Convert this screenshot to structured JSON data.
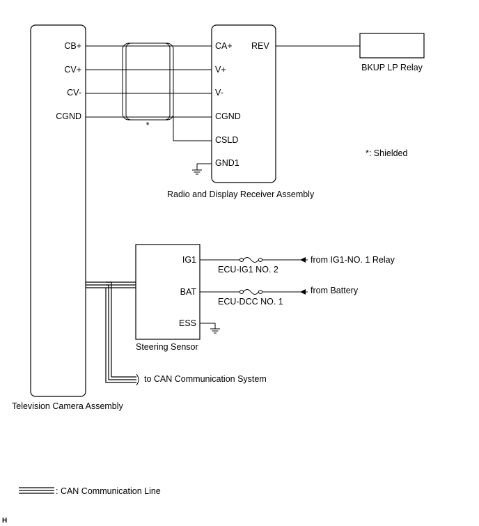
{
  "components": {
    "tv_camera": {
      "name": "Television Camera Assembly",
      "pins": [
        "CB+",
        "CV+",
        "CV-",
        "CGND"
      ]
    },
    "radio": {
      "name": "Radio and Display Receiver Assembly",
      "pins_left": [
        "CA+",
        "V+",
        "V-",
        "CGND",
        "CSLD",
        "GND1"
      ],
      "pin_right": "REV"
    },
    "bkup_relay": {
      "name": "BKUP LP Relay"
    },
    "steering_sensor": {
      "name": "Steering Sensor",
      "pins": [
        "IG1",
        "BAT",
        "ESS"
      ]
    }
  },
  "fuses": {
    "ig1": "ECU-IG1 NO. 2",
    "dcc": "ECU-DCC NO. 1"
  },
  "sources": {
    "ig1": "from IG1-NO. 1 Relay",
    "battery": "from Battery"
  },
  "can_target": "to CAN Communication System",
  "shield_mark": "*",
  "shield_note": "*: Shielded",
  "legend": {
    "can_line": ": CAN Communication Line"
  },
  "corner_code": "H"
}
